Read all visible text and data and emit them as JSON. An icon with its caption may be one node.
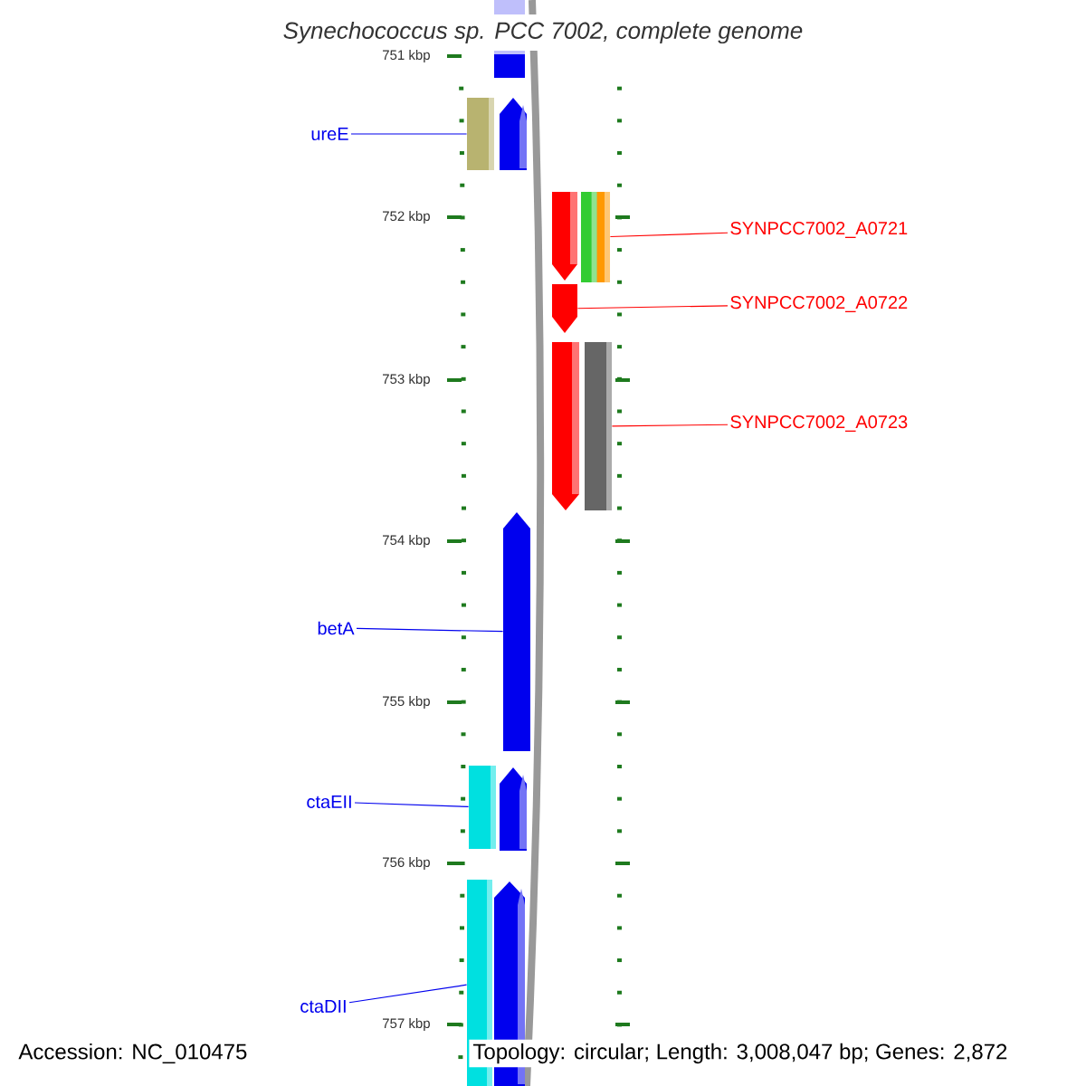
{
  "diagram": {
    "title": "Synechococcus sp. PCC 7002, complete genome",
    "nodes": [
      {
        "text": [
          "ureE"
        ]
      },
      {
        "text": [],
        "shape": "bar"
      },
      {
        "text": [
          "SYNPCC7002_A0721"
        ]
      },
      {
        "text": [],
        "shape": "bar"
      },
      {
        "text": [
          "SYNPCC7002_A0722"
        ]
      },
      {
        "text": [],
        "shape": "arrow"
      },
      {
        "text": [
          "SYNPCC7002_A0723"
        ]
      },
      {
        "text": [],
        "shape": "bar"
      },
      {
        "text": [
          "betA"
        ]
      },
      {
        "text": [],
        "shape": "arrow"
      },
      {
        "text": [
          "ctaEII"
        ]
      },
      {
        "text": [],
        "shape": "bar"
      },
      {
        "text": [
          "ctaDII"
        ]
      },
      {
        "text": [],
        "shape": "bar"
      }
    ],
    "edges": [
      {
        "from": 0,
        "to": 1,
        "arrow": "none"
      },
      {
        "from": 2,
        "to": 3,
        "arrow": "none",
        "color": "#ff0000"
      },
      {
        "from": 4,
        "to": 5,
        "arrow": "none",
        "color": "#ff0000"
      },
      {
        "from": 6,
        "to": 7,
        "arrow": "none",
        "color": "#ff0000"
      },
      {
        "from": 8,
        "to": 9,
        "arrow": "none"
      },
      {
        "from": 10,
        "to": 11,
        "arrow": "none"
      },
      {
        "from": 12,
        "to": 13,
        "arrow": "none"
      }
    ],
    "labels": [
      "751 kbp",
      "752 kbp",
      "753 kbp",
      "754 kbp",
      "755 kbp",
      "756 kbp",
      "757 kbp",
      "Accession: NC_010475",
      "Topology: circular; Length: 3,008,047 bp; Genes: 2,872"
    ]
  }
}
